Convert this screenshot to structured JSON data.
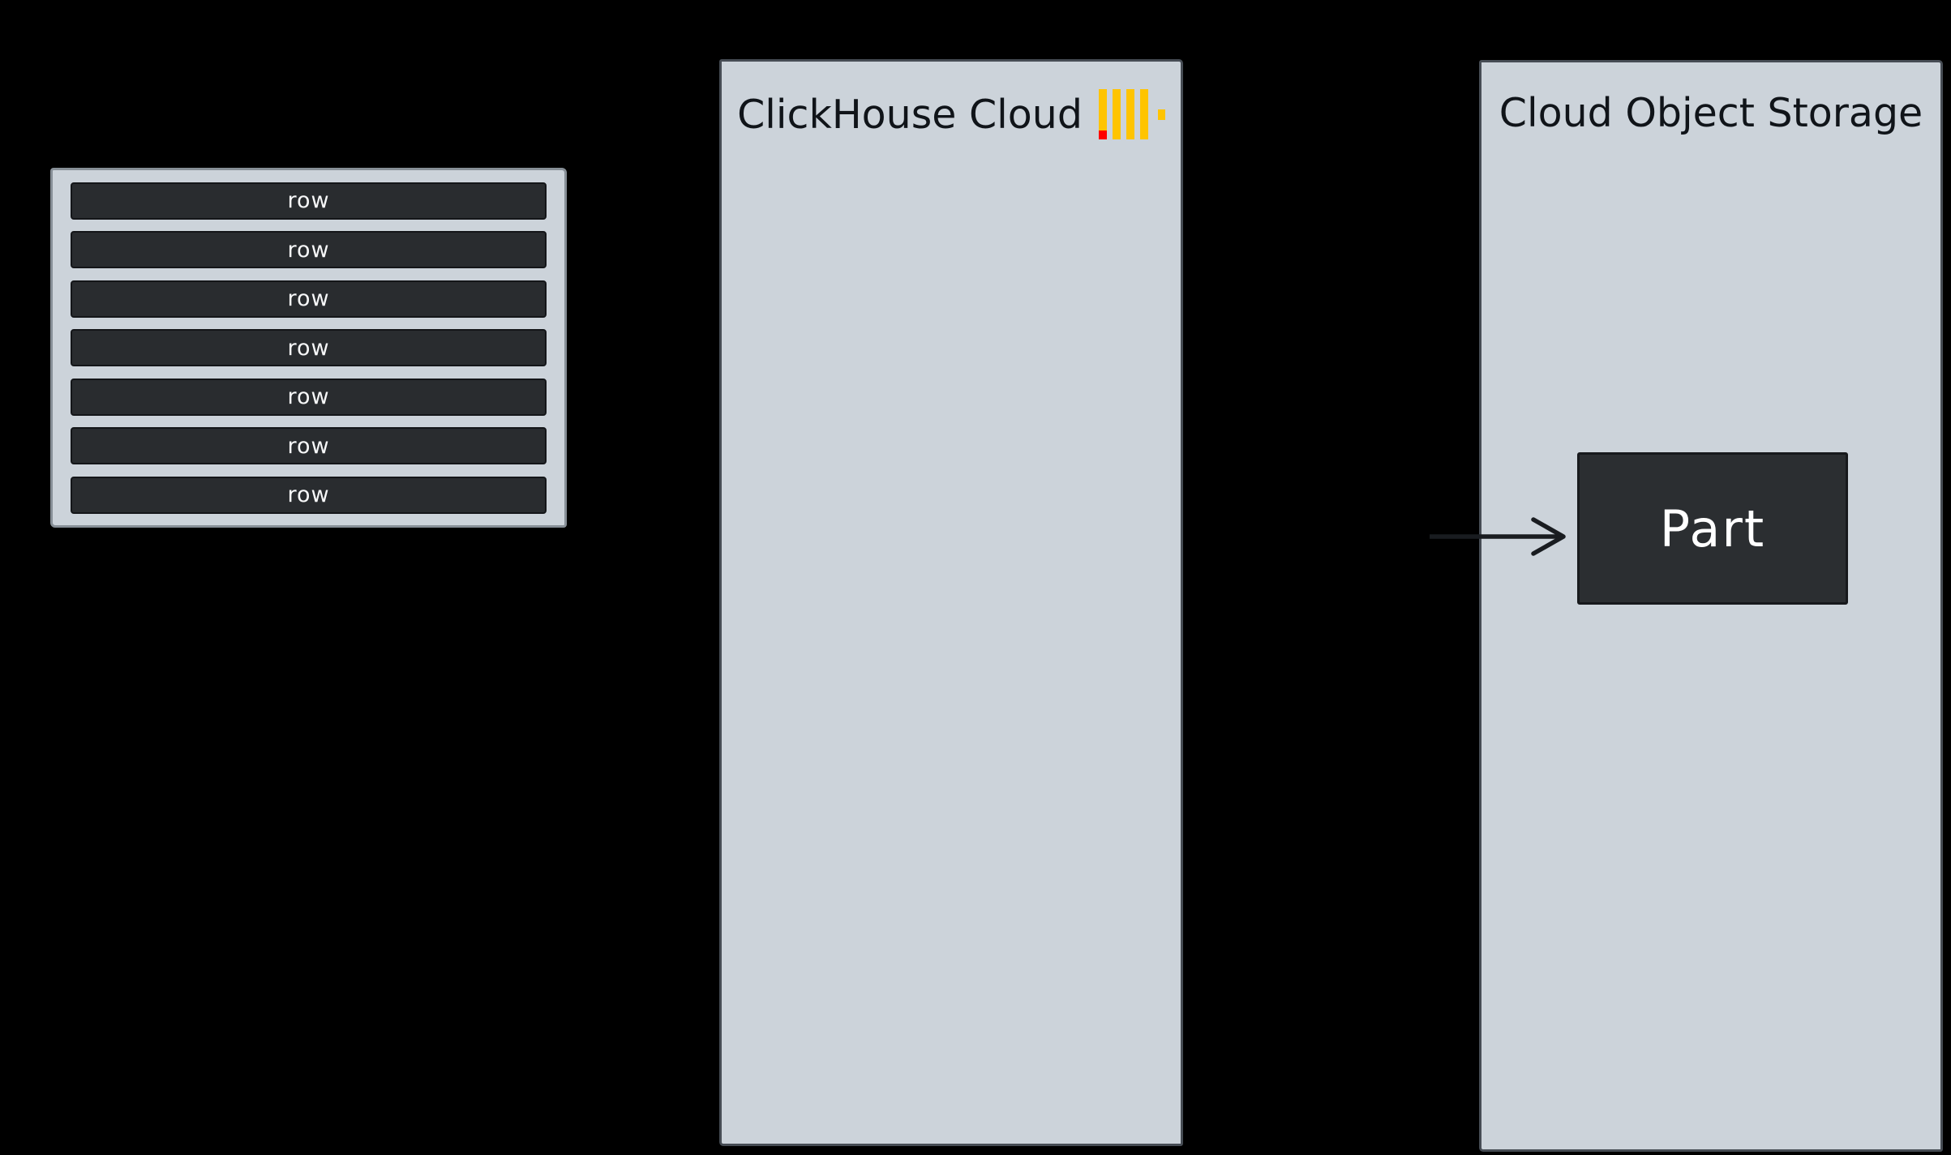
{
  "background_color": "#000000",
  "rows_table": {
    "rows": [
      "row",
      "row",
      "row",
      "row",
      "row",
      "row",
      "row"
    ]
  },
  "clickhouse_panel": {
    "title": "ClickHouse Cloud",
    "logo": {
      "name": "clickhouse-logo",
      "bar_count": 4,
      "yellow": "#ffc400",
      "red": "#ff0000"
    }
  },
  "storage_panel": {
    "title": "Cloud Object Storage",
    "part_box": {
      "label": "Part"
    }
  },
  "colors": {
    "panel_fill": "#ccd3da",
    "panel_border": "#464c54",
    "table_fill": "#ccd3da",
    "table_border": "#878f97",
    "dark_box_fill": "#2b2e31",
    "dark_box_border": "#17191c",
    "box_text": "#ffffff",
    "title_text": "#101419",
    "arrow": "#191c20"
  }
}
